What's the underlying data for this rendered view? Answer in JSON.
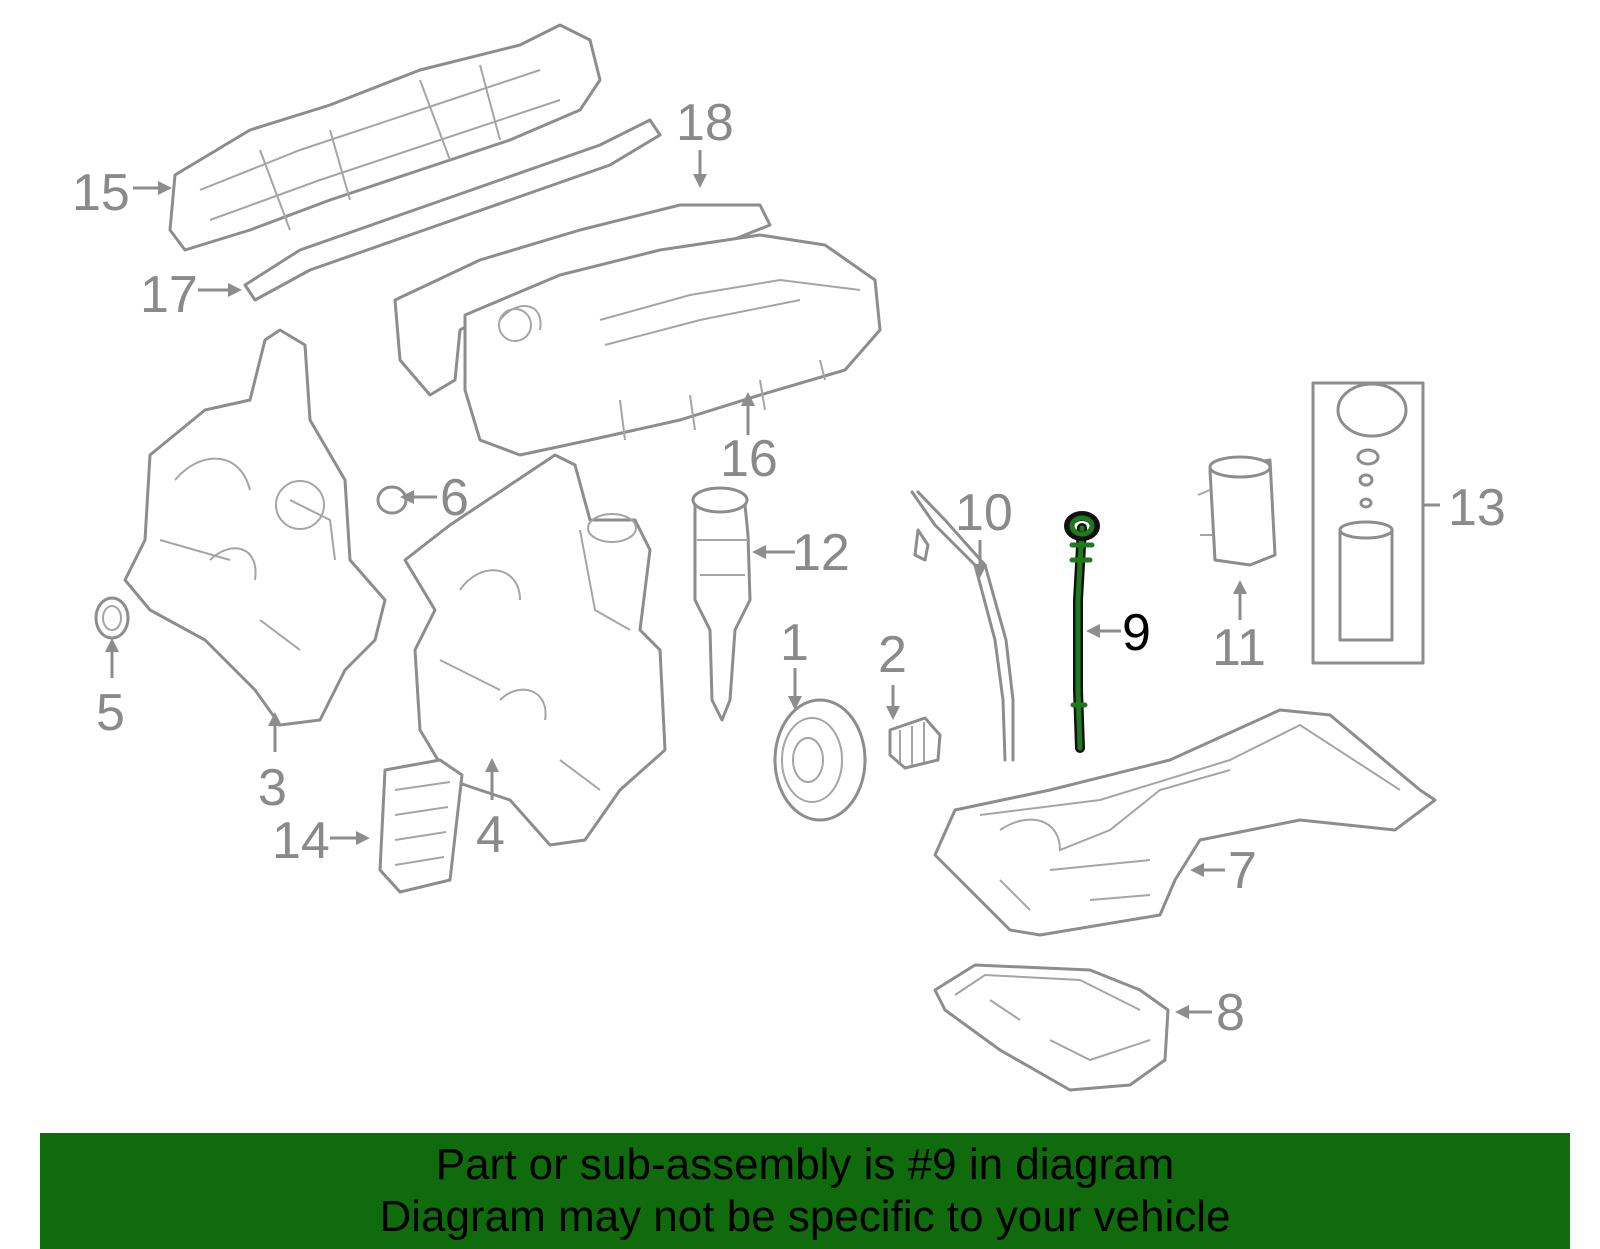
{
  "diagram": {
    "highlighted_part": "9",
    "highlight_color": "#1f7a1f",
    "line_color": "#8d8d8d",
    "callouts": {
      "c1": "1",
      "c2": "2",
      "c3": "3",
      "c4": "4",
      "c5": "5",
      "c6": "6",
      "c7": "7",
      "c8": "8",
      "c9": "9",
      "c10": "10",
      "c11": "11",
      "c12": "12",
      "c13": "13",
      "c14": "14",
      "c15": "15",
      "c16": "16",
      "c17": "17",
      "c18": "18"
    }
  },
  "banner": {
    "background": "#0f6b0c",
    "line1": "Part or sub-assembly is #9 in diagram",
    "line2": "Diagram may not be specific to your vehicle"
  }
}
